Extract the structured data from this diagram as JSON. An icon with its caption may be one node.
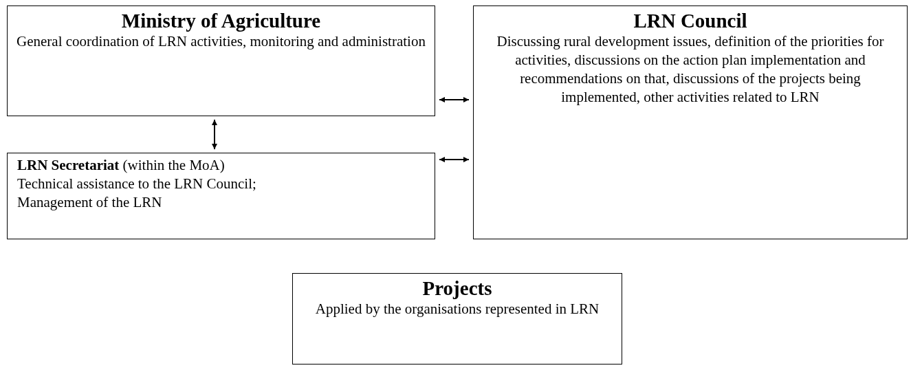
{
  "diagram": {
    "nodes": [
      {
        "text": [
          "Ministry of Agriculture",
          "General coordination of LRN activities, monitoring and administration"
        ]
      },
      {
        "text": [
          "LRN Council",
          "Discussing rural development issues, definition of the priorities for activities, discussions on the action plan implementation and recommendations on that, discussions of the projects being implemented, other activities related to LRN"
        ]
      },
      {
        "text": [
          "**LRN Secretariat** (within the MoA)",
          "Technical assistance to the LRN Council;",
          "Management of the LRN"
        ]
      },
      {
        "text": [
          "Projects",
          "Applied by the organisations represented in LRN"
        ]
      }
    ],
    "edges": [
      {
        "from": 0,
        "to": 1,
        "arrow": "both"
      },
      {
        "from": 0,
        "to": 2,
        "arrow": "both"
      },
      {
        "from": 2,
        "to": 1,
        "arrow": "both"
      }
    ]
  }
}
